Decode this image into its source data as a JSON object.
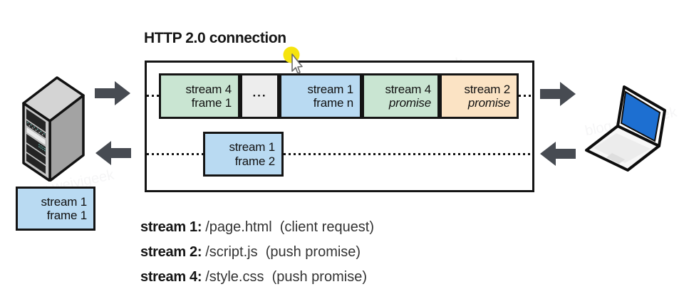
{
  "title": "HTTP 2.0 connection",
  "diagram": {
    "top_row": {
      "box1": {
        "line1": "stream 4",
        "line2": "frame 1"
      },
      "ellipsis": "···",
      "box2": {
        "line1": "stream 1",
        "line2": "frame n"
      },
      "box3": {
        "line1": "stream 4",
        "line2": "promise"
      },
      "box4": {
        "line1": "stream 2",
        "line2": "promise"
      }
    },
    "bottom_row": {
      "box": {
        "line1": "stream 1",
        "line2": "frame 2"
      }
    },
    "server_box": {
      "line1": "stream 1",
      "line2": "frame 1"
    }
  },
  "legend": {
    "items": [
      {
        "label": "stream 1:",
        "detail": "/page.html  (client request)"
      },
      {
        "label": "stream 2:",
        "detail": "/script.js  (push promise)"
      },
      {
        "label": "stream 4:",
        "detail": "/style.css  (push promise)"
      }
    ]
  },
  "icons": {
    "server": "server-icon",
    "laptop": "laptop-icon",
    "arrow_right": "arrow-right-icon",
    "arrow_left": "arrow-left-icon",
    "cursor": "mouse-cursor-icon"
  },
  "colors": {
    "frame_green": "#c9e5d2",
    "frame_blue": "#b9daf2",
    "promise_peach": "#fbe3c4",
    "ellipsis_gray": "#ededed",
    "box_border": "#141414",
    "arrow_gray": "#474b52",
    "laptop_screen_blue": "#1d6fd1",
    "cursor_highlight_yellow": "#f6e40e"
  },
  "watermark": "blog.weiyigeek"
}
